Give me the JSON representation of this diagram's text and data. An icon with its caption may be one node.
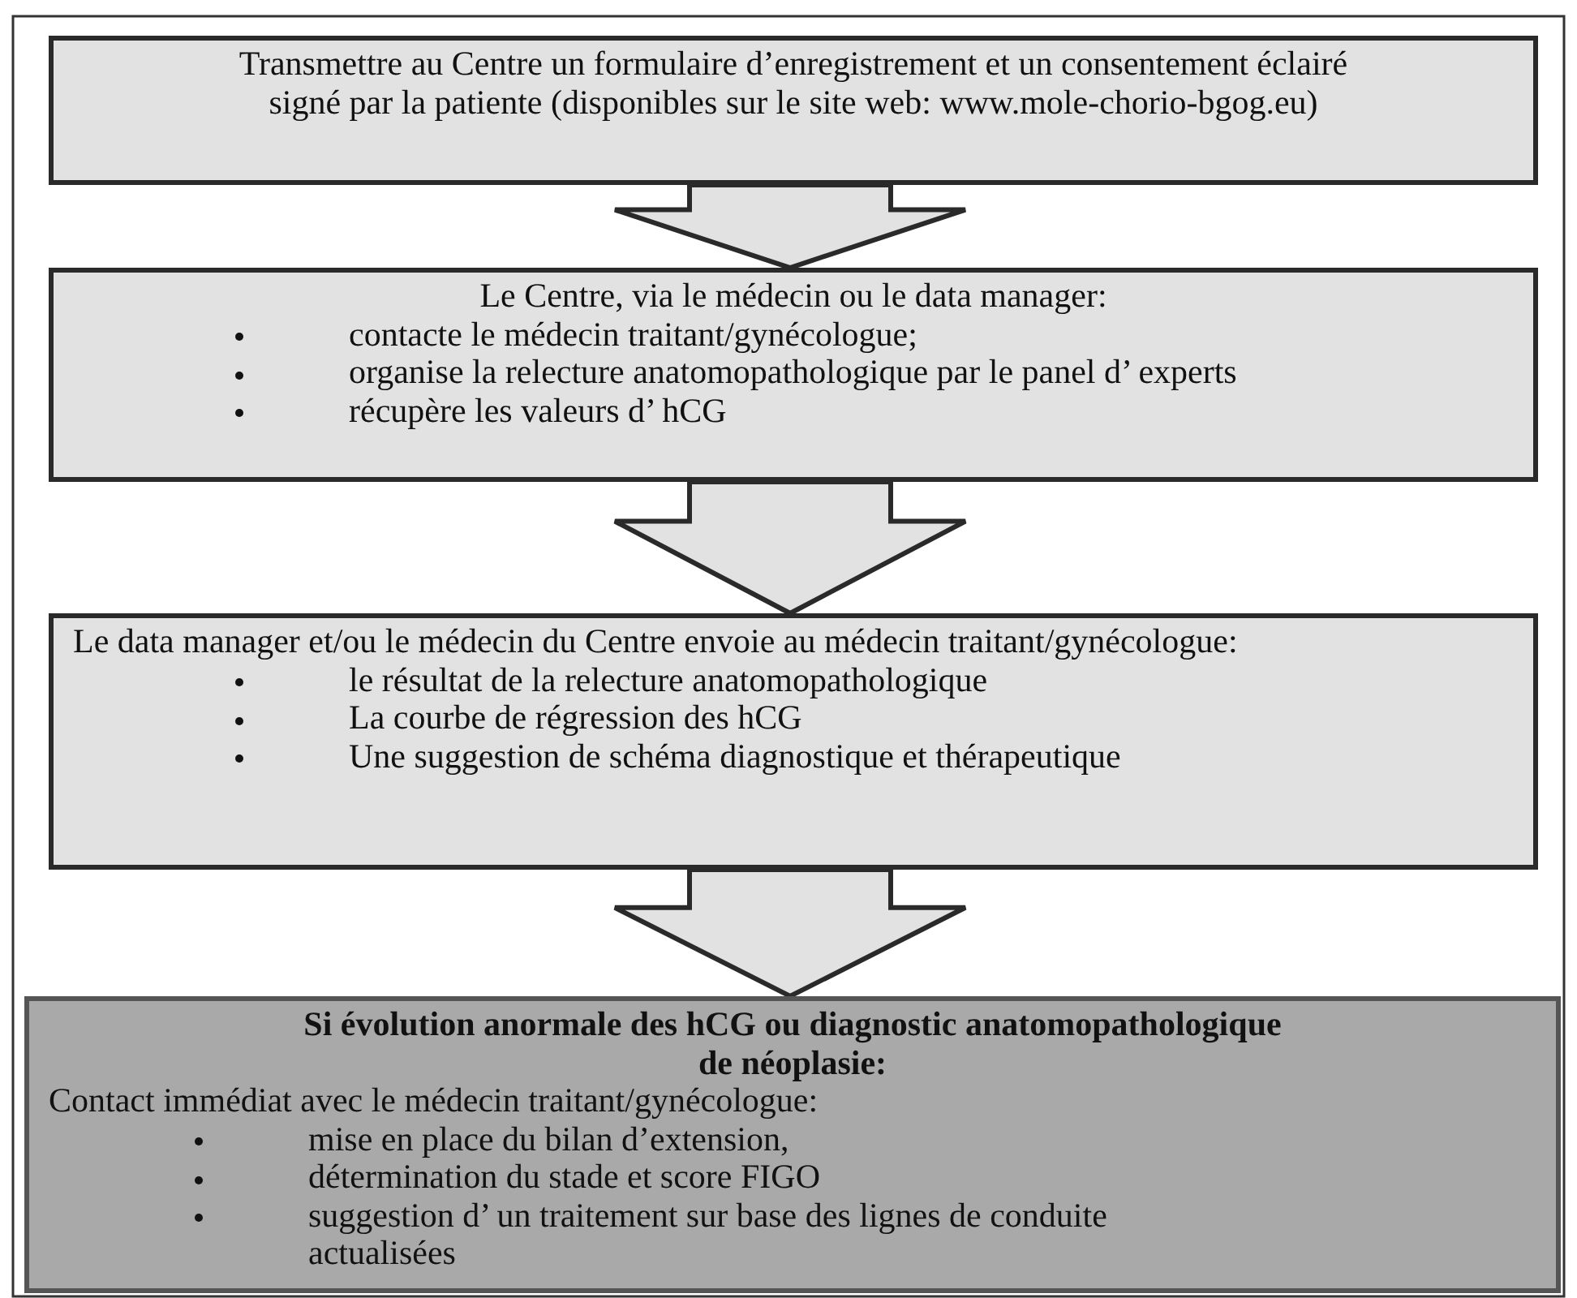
{
  "diagram": {
    "nodes": [
      {
        "text": [
          "Transmettre au  Centre un formulaire d’enregistrement et un consentement éclairé signé par la patiente (disponibles sur le site web: www.mole-chorio-bgog.eu)"
        ]
      },
      {
        "text": [
          "Le Centre, via le médecin ou le data manager:",
          "contacte le médecin traitant/gynécologue;",
          "organise la relecture anatomopathologique par le panel d’ experts",
          "récupère les valeurs d’ hCG"
        ]
      },
      {
        "text": [
          "Le data manager et/ou le médecin du Centre envoie au médecin traitant/gynécologue:",
          "le résultat de la relecture anatomopathologique",
          "La courbe de régression des hCG",
          "Une suggestion de schéma diagnostique et thérapeutique"
        ]
      },
      {
        "text": [
          "Si évolution anormale des hCG ou diagnostic anatomopathologique de néoplasie:",
          "Contact immédiat avec le médecin traitant/gynécologue:",
          "mise en place du bilan d’extension,",
          "détermination du stade et score FIGO",
          "suggestion d’ un traitement sur base des lignes de conduite actualisées"
        ]
      }
    ],
    "edges": [
      {
        "from": 0,
        "to": 1,
        "arrow": "to"
      },
      {
        "from": 1,
        "to": 2,
        "arrow": "to"
      },
      {
        "from": 2,
        "to": 3,
        "arrow": "to"
      }
    ]
  }
}
